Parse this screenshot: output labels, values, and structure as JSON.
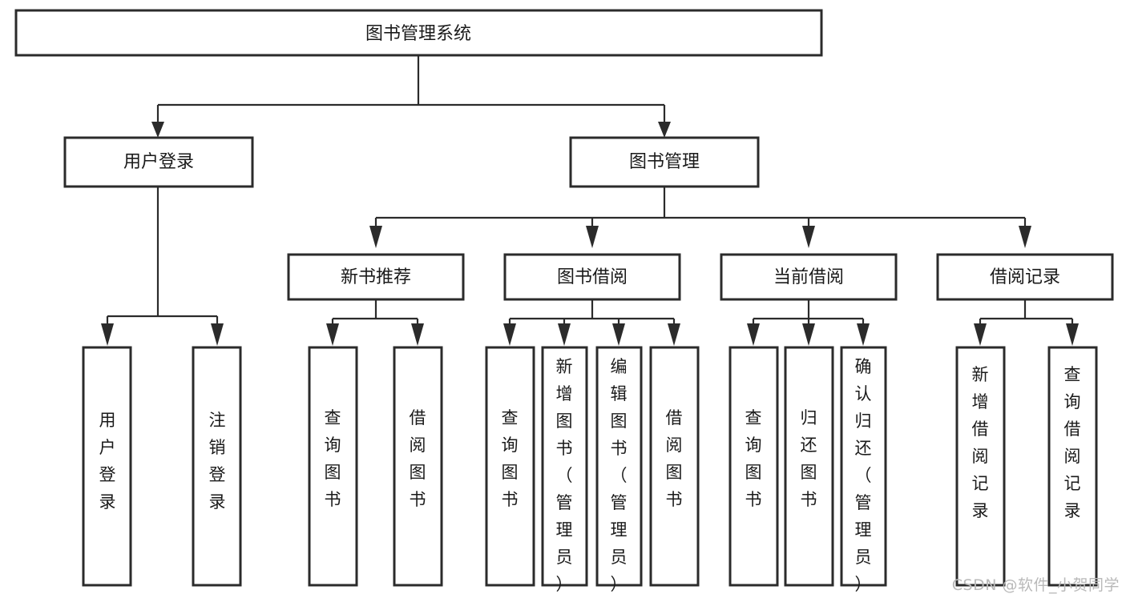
{
  "diagram": {
    "title_node": {
      "label": "图书管理系统"
    },
    "level1": [
      {
        "label": "用户登录"
      },
      {
        "label": "图书管理"
      }
    ],
    "level2": [
      {
        "label": "新书推荐"
      },
      {
        "label": "图书借阅"
      },
      {
        "label": "当前借阅"
      },
      {
        "label": "借阅记录"
      }
    ],
    "leaves": {
      "user_login": [
        {
          "label": "用户登录",
          "chars": [
            "用",
            "户",
            "登",
            "录"
          ]
        },
        {
          "label": "注销登录",
          "chars": [
            "注",
            "销",
            "登",
            "录"
          ]
        }
      ],
      "new_book": [
        {
          "label": "查询图书",
          "chars": [
            "查",
            "询",
            "图",
            "书"
          ]
        },
        {
          "label": "借阅图书",
          "chars": [
            "借",
            "阅",
            "图",
            "书"
          ]
        }
      ],
      "book_borrow": [
        {
          "label": "查询图书",
          "chars": [
            "查",
            "询",
            "图",
            "书"
          ]
        },
        {
          "label": "新增图书（管理员）",
          "chars": [
            "新",
            "增",
            "图",
            "书",
            "（",
            "管",
            "理",
            "员",
            "）"
          ]
        },
        {
          "label": "编辑图书（管理员）",
          "chars": [
            "编",
            "辑",
            "图",
            "书",
            "（",
            "管",
            "理",
            "员",
            "）"
          ]
        },
        {
          "label": "借阅图书",
          "chars": [
            "借",
            "阅",
            "图",
            "书"
          ]
        }
      ],
      "current_borrow": [
        {
          "label": "查询图书",
          "chars": [
            "查",
            "询",
            "图",
            "书"
          ]
        },
        {
          "label": "归还图书",
          "chars": [
            "归",
            "还",
            "图",
            "书"
          ]
        },
        {
          "label": "确认归还（管理员）",
          "chars": [
            "确",
            "认",
            "归",
            "还",
            "（",
            "管",
            "理",
            "员",
            "）"
          ]
        }
      ],
      "borrow_record": [
        {
          "label": "新增借阅记录",
          "chars": [
            "新",
            "增",
            "借",
            "阅",
            "记",
            "录"
          ]
        },
        {
          "label": "查询借阅记录",
          "chars": [
            "查",
            "询",
            "借",
            "阅",
            "记",
            "录"
          ]
        }
      ]
    }
  },
  "watermark": {
    "text": "CSDN @软件_小贺同学"
  },
  "colors": {
    "stroke": "#2b2b2b",
    "fill": "#ffffff",
    "text": "#1a1a1a",
    "watermark": "#b9b9b9"
  }
}
